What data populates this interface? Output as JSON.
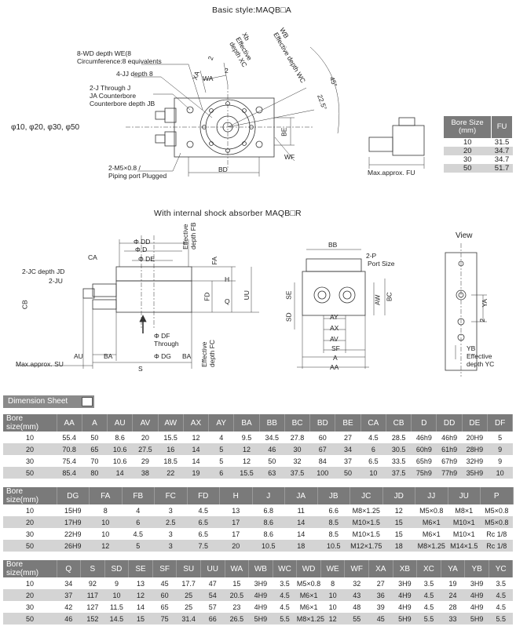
{
  "diagram1": {
    "title": "Basic style:MAQB□A",
    "bore_sizes": "φ10, φ20, φ30, φ50",
    "labels": {
      "wd": "8-WD depth WE(8",
      "circ": "Circumference:8 equivalents",
      "jj": "4-JJ depth 8",
      "j1": "2-J Through J",
      "j2": "JA Counterbore",
      "j3": "Counterbore depth JB",
      "m1": "2-M5×0.8 /",
      "m2": "Piping port Plugged",
      "xa": "XA",
      "wa": "WA",
      "two_a": "2",
      "two_b": "2",
      "xb1": "Xb",
      "xb2": "Effective",
      "xb3": "depth XC",
      "wb1": "WB",
      "wb2": "Effective depth WC",
      "deg45": "45°",
      "deg225": "22.5°",
      "be": "BE",
      "bd": "BD",
      "wf": "WF",
      "max_fu": "Max.approx. FU"
    }
  },
  "fu_table": {
    "header1": "Bore Size",
    "header2": "(mm)",
    "header3": "FU",
    "rows": [
      {
        "bore": "10",
        "fu": "31.5"
      },
      {
        "bore": "20",
        "fu": "34.7"
      },
      {
        "bore": "30",
        "fu": "34.7"
      },
      {
        "bore": "50",
        "fu": "51.7"
      }
    ]
  },
  "diagram2": {
    "title": "With internal shock absorber MAQB□R",
    "labels": {
      "dd": "Φ DD",
      "d": "Φ D",
      "de": "Φ DE",
      "ca": "CA",
      "jc": "2-JC depth JD",
      "ju": "2-JU",
      "cb": "CB",
      "fb1": "Effective",
      "fb2": "depth FB",
      "fa": "FA",
      "h": "H",
      "fd": "FD",
      "q": "Q",
      "uu": "UU",
      "df1": "Φ DF",
      "df2": "Through",
      "dg": "Φ DG",
      "fc1": "Effective",
      "fc2": "depth FC",
      "au": "AU",
      "ba": "BA",
      "ba2": "BA",
      "s": "S",
      "su": "Max.approx. SU",
      "bb": "BB",
      "p1": "2-P",
      "p2": "Port Size",
      "se": "SE",
      "sd": "SD",
      "ay": "AY",
      "ax": "AX",
      "av": "AV",
      "sf": "SF",
      "a": "A",
      "aa": "AA",
      "aw": "AW",
      "bc": "BC",
      "view": "View",
      "ya": "YA",
      "two": "2",
      "yb1": "YB",
      "yb2": "Effective",
      "yb3": "depth  YC"
    }
  },
  "dimension_sheet": {
    "title": "Dimension Sheet",
    "table1": {
      "headers": [
        "Bore size(mm)",
        "AA",
        "A",
        "AU",
        "AV",
        "AW",
        "AX",
        "AY",
        "BA",
        "BB",
        "BC",
        "BD",
        "BE",
        "CA",
        "CB",
        "D",
        "DD",
        "DE",
        "DF"
      ],
      "rows": [
        [
          "10",
          "55.4",
          "50",
          "8.6",
          "20",
          "15.5",
          "12",
          "4",
          "9.5",
          "34.5",
          "27.8",
          "60",
          "27",
          "4.5",
          "28.5",
          "46h9",
          "46h9",
          "20H9",
          "5"
        ],
        [
          "20",
          "70.8",
          "65",
          "10.6",
          "27.5",
          "16",
          "14",
          "5",
          "12",
          "46",
          "30",
          "67",
          "34",
          "6",
          "30.5",
          "60h9",
          "61h9",
          "28H9",
          "9"
        ],
        [
          "30",
          "75.4",
          "70",
          "10.6",
          "29",
          "18.5",
          "14",
          "5",
          "12",
          "50",
          "32",
          "84",
          "37",
          "6.5",
          "33.5",
          "65h9",
          "67h9",
          "32H9",
          "9"
        ],
        [
          "50",
          "85.4",
          "80",
          "14",
          "38",
          "22",
          "19",
          "6",
          "15.5",
          "63",
          "37.5",
          "100",
          "50",
          "10",
          "37.5",
          "75h9",
          "77h9",
          "35H9",
          "10"
        ]
      ]
    },
    "table2": {
      "headers": [
        "Bore size(mm)",
        "DG",
        "FA",
        "FB",
        "FC",
        "FD",
        "H",
        "J",
        "JA",
        "JB",
        "JC",
        "JD",
        "JJ",
        "JU",
        "P"
      ],
      "rows": [
        [
          "10",
          "15H9",
          "8",
          "4",
          "3",
          "4.5",
          "13",
          "6.8",
          "11",
          "6.6",
          "M8×1.25",
          "12",
          "M5×0.8",
          "M8×1",
          "M5×0.8"
        ],
        [
          "20",
          "17H9",
          "10",
          "6",
          "2.5",
          "6.5",
          "17",
          "8.6",
          "14",
          "8.5",
          "M10×1.5",
          "15",
          "M6×1",
          "M10×1",
          "M5×0.8"
        ],
        [
          "30",
          "22H9",
          "10",
          "4.5",
          "3",
          "6.5",
          "17",
          "8.6",
          "14",
          "8.5",
          "M10×1.5",
          "15",
          "M6×1",
          "M10×1",
          "Rc 1/8"
        ],
        [
          "50",
          "26H9",
          "12",
          "5",
          "3",
          "7.5",
          "20",
          "10.5",
          "18",
          "10.5",
          "M12×1.75",
          "18",
          "M8×1.25",
          "M14×1.5",
          "Rc 1/8"
        ]
      ]
    },
    "table3": {
      "headers": [
        "Bore size(mm)",
        "Q",
        "S",
        "SD",
        "SE",
        "SF",
        "SU",
        "UU",
        "WA",
        "WB",
        "WC",
        "WD",
        "WE",
        "WF",
        "XA",
        "XB",
        "XC",
        "YA",
        "YB",
        "YC"
      ],
      "rows": [
        [
          "10",
          "34",
          "92",
          "9",
          "13",
          "45",
          "17.7",
          "47",
          "15",
          "3H9",
          "3.5",
          "M5×0.8",
          "8",
          "32",
          "27",
          "3H9",
          "3.5",
          "19",
          "3H9",
          "3.5"
        ],
        [
          "20",
          "37",
          "117",
          "10",
          "12",
          "60",
          "25",
          "54",
          "20.5",
          "4H9",
          "4.5",
          "M6×1",
          "10",
          "43",
          "36",
          "4H9",
          "4.5",
          "24",
          "4H9",
          "4.5"
        ],
        [
          "30",
          "42",
          "127",
          "11.5",
          "14",
          "65",
          "25",
          "57",
          "23",
          "4H9",
          "4.5",
          "M6×1",
          "10",
          "48",
          "39",
          "4H9",
          "4.5",
          "28",
          "4H9",
          "4.5"
        ],
        [
          "50",
          "46",
          "152",
          "14.5",
          "15",
          "75",
          "31.4",
          "66",
          "26.5",
          "5H9",
          "5.5",
          "M8×1.25",
          "12",
          "55",
          "45",
          "5H9",
          "5.5",
          "33",
          "5H9",
          "5.5"
        ]
      ]
    }
  }
}
